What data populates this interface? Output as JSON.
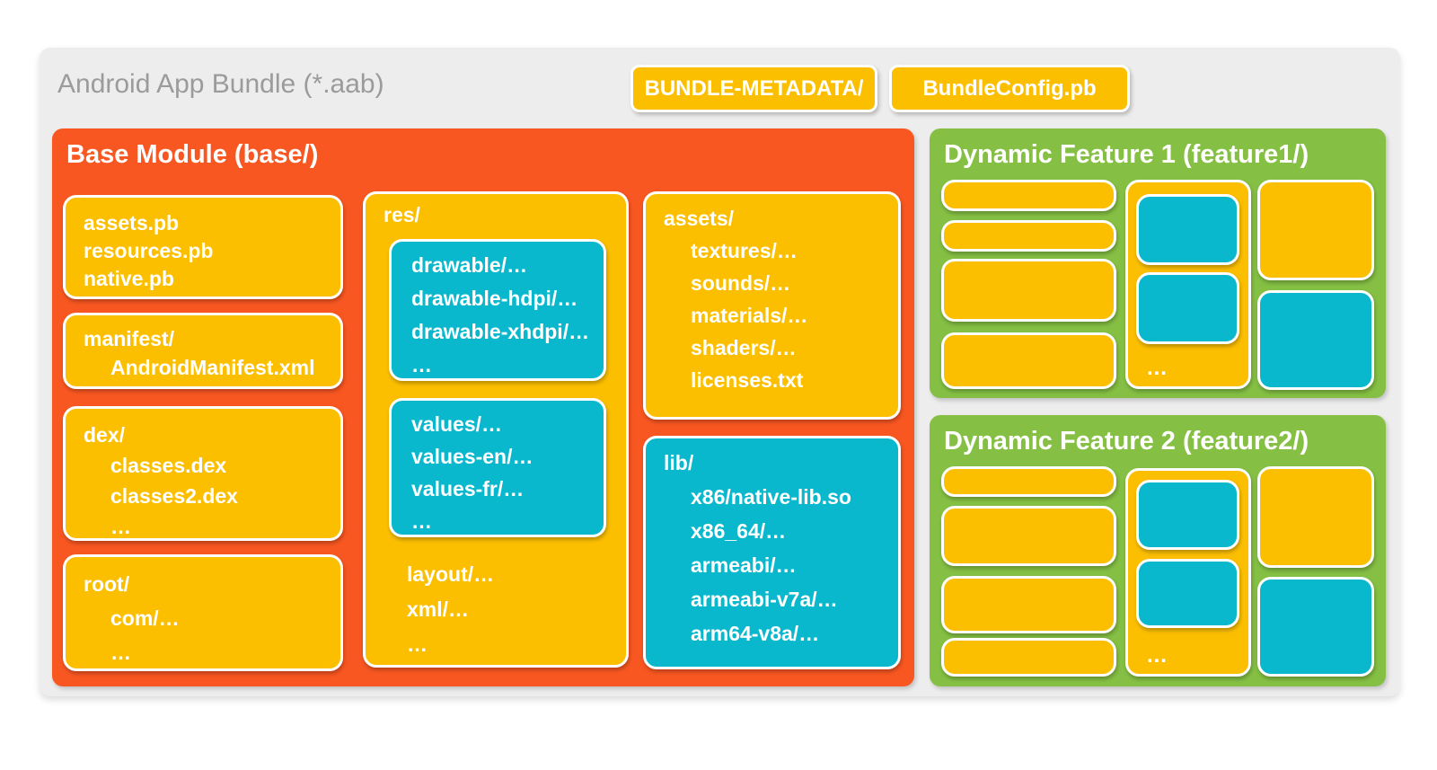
{
  "app": {
    "title": "Android App Bundle (*.aab)"
  },
  "badges": {
    "metadata_label": "BUNDLE-METADATA/",
    "config_label": "BundleConfig.pb"
  },
  "base_module": {
    "title": "Base Module (base/)",
    "protos_box": {
      "lines": [
        "assets.pb",
        "resources.pb",
        "native.pb"
      ]
    },
    "manifest_box": {
      "lines": [
        "manifest/",
        "AndroidManifest.xml"
      ]
    },
    "dex_box": {
      "lines": [
        "dex/",
        "classes.dex",
        "classes2.dex",
        "…"
      ]
    },
    "root_box": {
      "lines": [
        "root/",
        "com/…",
        "…"
      ]
    },
    "res_box": {
      "label": "res/",
      "drawable_box": {
        "lines": [
          "drawable/…",
          "drawable-hdpi/…",
          "drawable-xhdpi/…",
          "…"
        ]
      },
      "values_box": {
        "lines": [
          "values/…",
          "values-en/…",
          "values-fr/…",
          "…"
        ]
      },
      "extra_lines": [
        "layout/…",
        "xml/…",
        "…"
      ]
    },
    "assets_box": {
      "lines": [
        "assets/",
        "textures/…",
        "sounds/…",
        "materials/…",
        "shaders/…",
        "licenses.txt"
      ]
    },
    "lib_box": {
      "lines": [
        "lib/",
        "x86/native-lib.so",
        "x86_64/…",
        "armeabi/…",
        "armeabi-v7a/…",
        "arm64-v8a/…"
      ]
    }
  },
  "features": [
    {
      "title": "Dynamic Feature 1 (feature1/)",
      "ellipsis": "…"
    },
    {
      "title": "Dynamic Feature 2 (feature2/)",
      "ellipsis": "…"
    }
  ],
  "colors": {
    "container_gray": "#EDEDED",
    "base_orange": "#F95721",
    "file_amber": "#FCBF00",
    "file_cyan": "#0AB8CE",
    "feature_green": "#85C044",
    "title_gray": "#9B9B9B",
    "text_white": "#FFFFFF"
  }
}
